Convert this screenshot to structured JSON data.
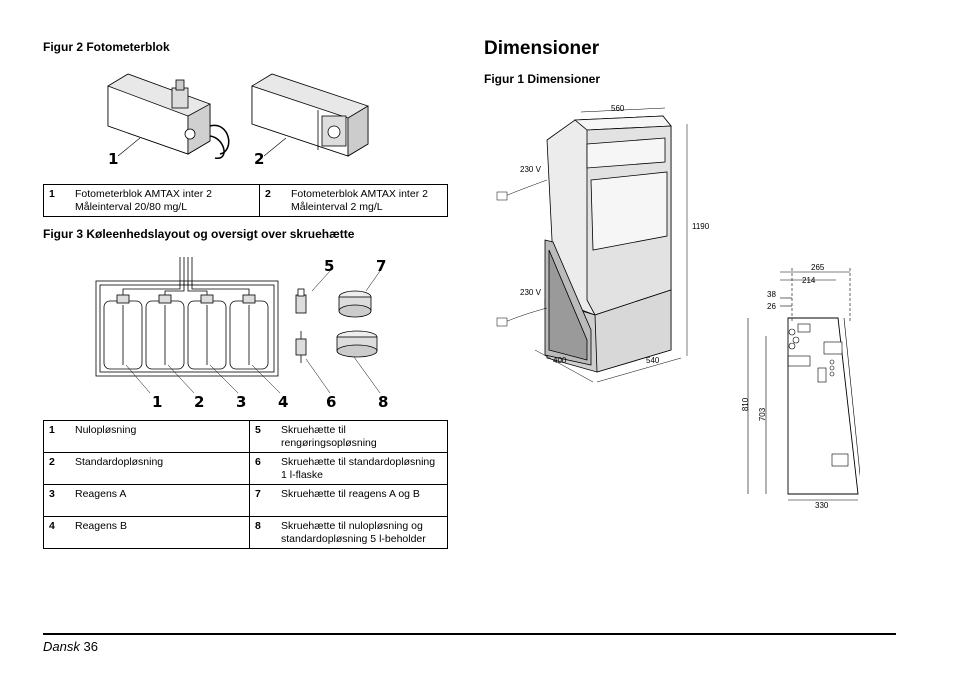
{
  "fig2": {
    "caption": "Figur 2 Fotometerblok",
    "callouts": [
      "1",
      "2"
    ],
    "table": [
      {
        "n1": "1",
        "t1": "Fotometerblok AMTAX inter 2 Måleinterval 20/80 mg/L",
        "n2": "2",
        "t2": "Fotometerblok AMTAX inter 2 Måleinterval 2 mg/L"
      }
    ]
  },
  "fig3": {
    "caption": "Figur 3 Køleenhedslayout og oversigt over skruehætte",
    "callouts": [
      "1",
      "2",
      "3",
      "4",
      "5",
      "6",
      "7",
      "8"
    ],
    "table": [
      {
        "n1": "1",
        "t1": "Nulopløsning",
        "n2": "5",
        "t2": "Skruehætte til rengøringsopløsning"
      },
      {
        "n1": "2",
        "t1": "Standardopløsning",
        "n2": "6",
        "t2": "Skruehætte til standardopløsning 1 l-flaske"
      },
      {
        "n1": "3",
        "t1": "Reagens A",
        "n2": "7",
        "t2": "Skruehætte til reagens A og B"
      },
      {
        "n1": "4",
        "t1": "Reagens B",
        "n2": "8",
        "t2": "Skruehætte til nulopløsning og standardopløsning 5 l-beholder"
      }
    ]
  },
  "section": {
    "title": "Dimensioner"
  },
  "fig1": {
    "caption": "Figur 1 Dimensioner",
    "labels": {
      "width_top": "560",
      "power1": "230 V",
      "height": "1190",
      "power2": "230 V",
      "depth": "400",
      "width_bottom": "540",
      "side_265": "265",
      "side_214": "214",
      "side_38": "38",
      "side_26": "26",
      "side_810": "810",
      "side_703": "703",
      "side_330": "330"
    }
  },
  "footer": {
    "language": "Dansk",
    "page": "36"
  }
}
